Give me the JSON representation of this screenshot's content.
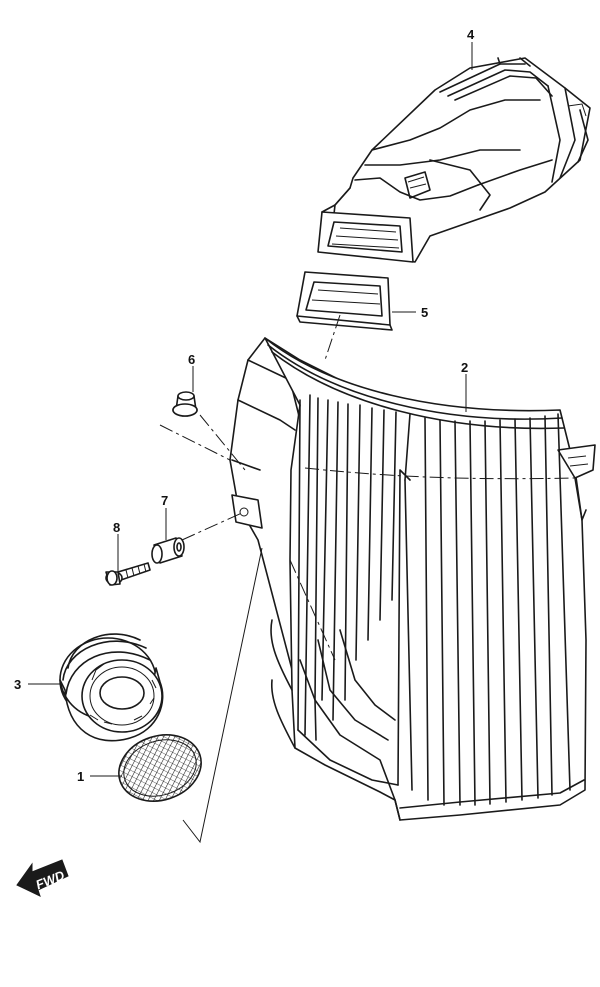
{
  "callouts": {
    "c1": "1",
    "c2": "2",
    "c3": "3",
    "c4": "4",
    "c5": "5",
    "c6": "6",
    "c7": "7",
    "c8": "8"
  },
  "direction": {
    "label": "FWD",
    "icon": "arrow-left-icon"
  },
  "colors": {
    "line": "#1a1a1a",
    "background": "#ffffff"
  }
}
